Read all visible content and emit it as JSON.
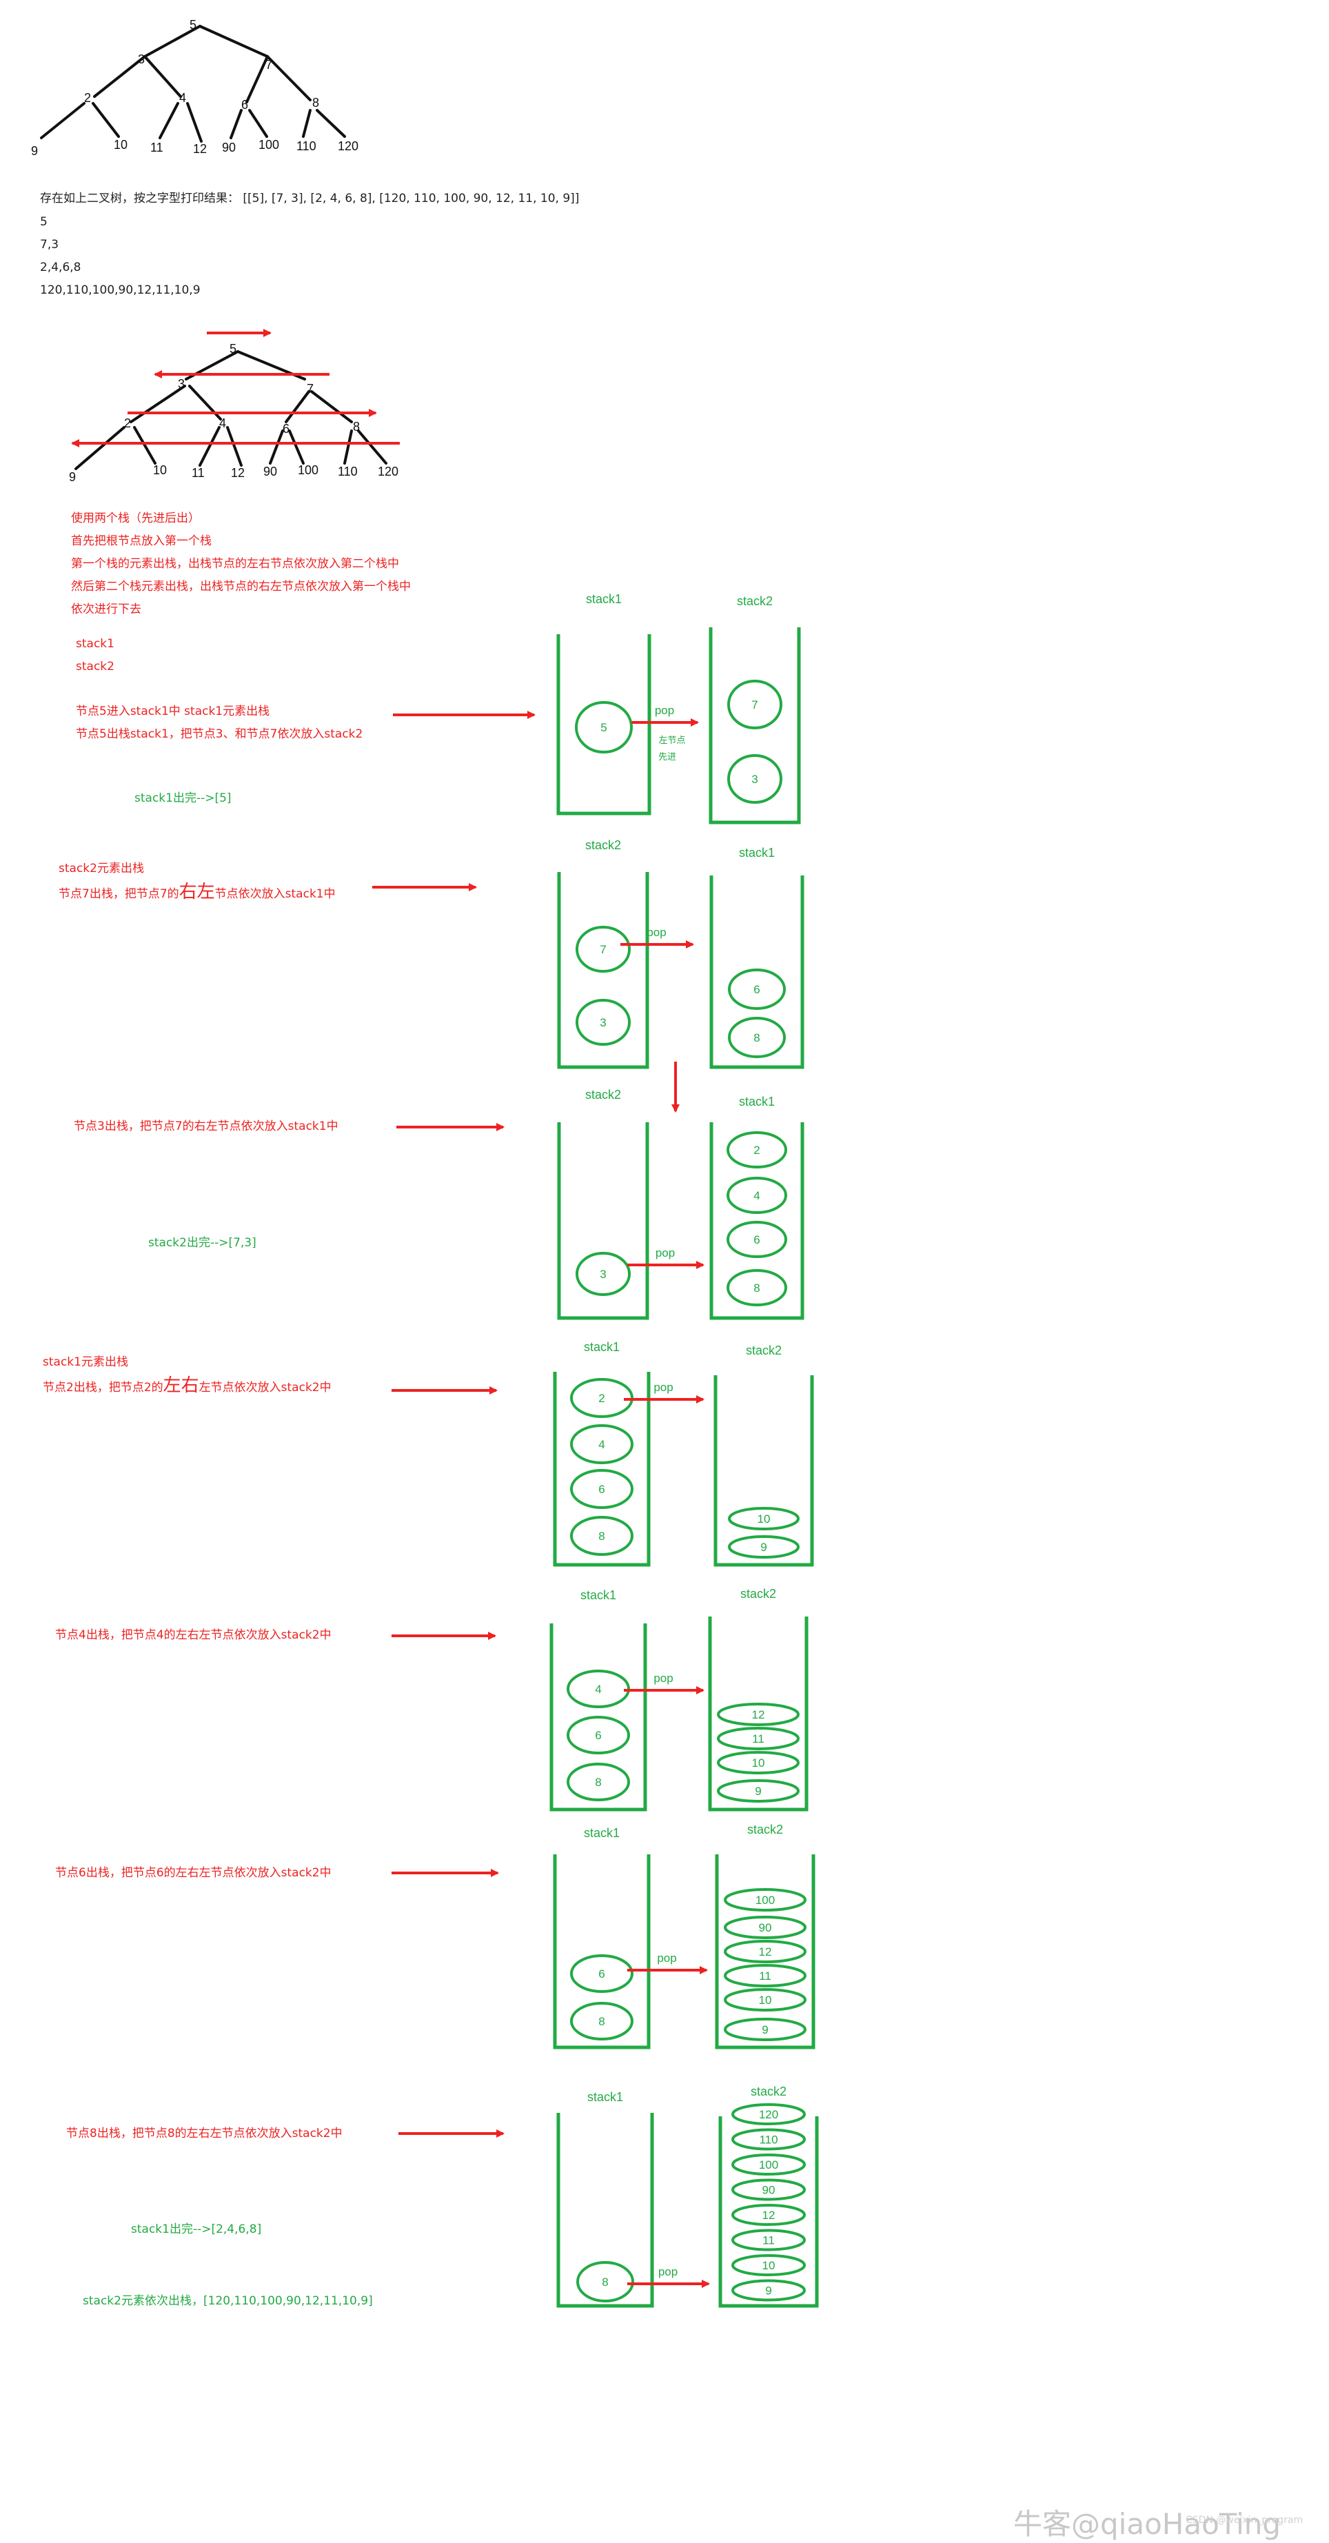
{
  "colors": {
    "red": "#ee2222",
    "green": "#22aa44",
    "black": "#111111",
    "gray": "#c8c8c8"
  },
  "tree": {
    "nodes": [
      "5",
      "3",
      "7",
      "2",
      "4",
      "6",
      "8",
      "9",
      "10",
      "11",
      "12",
      "90",
      "100",
      "110",
      "120"
    ]
  },
  "intro": {
    "result_line": "存在如上二叉树，按之字型打印结果： [[5], [7, 3], [2, 4, 6, 8], [120, 110, 100, 90, 12, 11, 10, 9]]",
    "rows": [
      "5",
      "7,3",
      "2,4,6,8",
      "120,110,100,90,12,11,10,9"
    ]
  },
  "method": {
    "lines": [
      "使用两个栈（先进后出）",
      "首先把根节点放入第一个栈",
      "第一个栈的元素出栈，出栈节点的左右节点依次放入第二个栈中",
      "然后第二个栈元素出栈，出栈节点的右左节点依次放入第一个栈中",
      "依次进行下去"
    ]
  },
  "step1": {
    "labels": [
      "stack1",
      "stack2"
    ],
    "desc1": "节点5进入stack1中    stack1元素出栈",
    "desc2": "节点5出栈stack1，把节点3、和节点7依次放入stack2",
    "done": "stack1出完-->[5]",
    "stack_left": "stack1",
    "stack_right": "stack2",
    "left_items": [
      "5"
    ],
    "right_items": [
      "7",
      "3"
    ],
    "pop": "pop",
    "note1": "左节点",
    "note2": "先进"
  },
  "step2": {
    "title": "stack2元素出栈",
    "desc_a": "节点7出栈，把节点7的",
    "desc_big": "右左",
    "desc_b": "节点依次放入stack1中",
    "stack_left": "stack2",
    "stack_right": "stack1",
    "left_items": [
      "7",
      "3"
    ],
    "right_items": [
      "6",
      "8"
    ],
    "pop": "pop"
  },
  "step3": {
    "desc": "节点3出栈，把节点7的右左节点依次放入stack1中",
    "done": "stack2出完-->[7,3]",
    "stack_left": "stack2",
    "stack_right": "stack1",
    "left_items": [
      "3"
    ],
    "right_items": [
      "2",
      "4",
      "6",
      "8"
    ],
    "pop": "pop"
  },
  "step4": {
    "title": "stack1元素出栈",
    "desc_a": "节点2出栈，把节点2的",
    "desc_big": "左右",
    "desc_b": "左节点依次放入stack2中",
    "stack_left": "stack1",
    "stack_right": "stack2",
    "left_items": [
      "2",
      "4",
      "6",
      "8"
    ],
    "right_items": [
      "10",
      "9"
    ],
    "pop": "pop"
  },
  "step5": {
    "desc": "节点4出栈，把节点4的左右左节点依次放入stack2中",
    "stack_left": "stack1",
    "stack_right": "stack2",
    "left_items": [
      "4",
      "6",
      "8"
    ],
    "right_items": [
      "12",
      "11",
      "10",
      "9"
    ],
    "pop": "pop"
  },
  "step6": {
    "desc": "节点6出栈，把节点6的左右左节点依次放入stack2中",
    "stack_left": "stack1",
    "stack_right": "stack2",
    "left_items": [
      "6",
      "8"
    ],
    "right_items": [
      "100",
      "90",
      "12",
      "11",
      "10",
      "9"
    ],
    "pop": "pop"
  },
  "step7": {
    "desc": "节点8出栈，把节点8的左右左节点依次放入stack2中",
    "done1": "stack1出完-->[2,4,6,8]",
    "done2": "stack2元素依次出栈，[120,110,100,90,12,11,10,9]",
    "stack_left": "stack1",
    "stack_right": "stack2",
    "left_items": [
      "8"
    ],
    "right_items": [
      "120",
      "110",
      "100",
      "90",
      "12",
      "11",
      "10",
      "9"
    ],
    "pop": "pop"
  },
  "watermark": {
    "text": "牛客@qiaoHaoTing",
    "small": "CSDN @weixin_program"
  }
}
